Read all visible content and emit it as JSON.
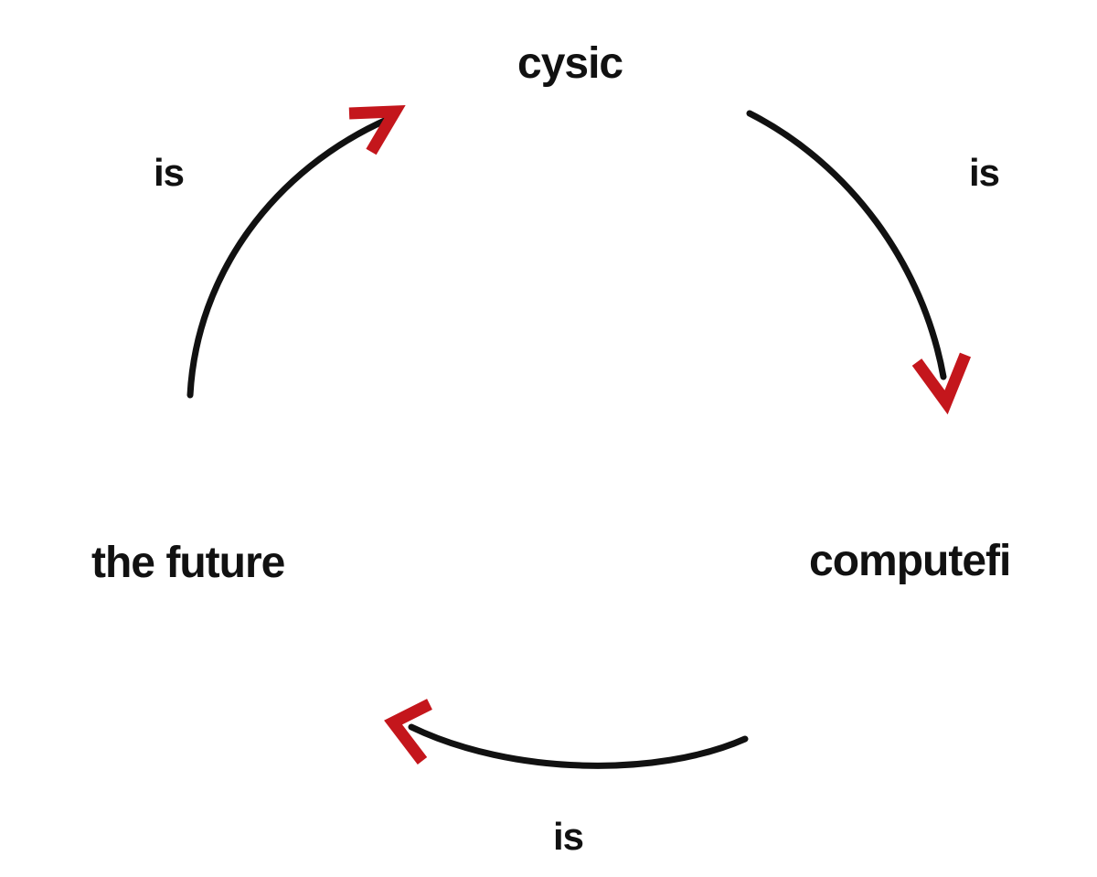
{
  "nodes": {
    "cysic": "cysic",
    "computefi": "computefi",
    "future": "the future"
  },
  "edges": {
    "cysic_to_computefi": "is",
    "computefi_to_future": "is",
    "future_to_cysic": "is"
  },
  "colors": {
    "text": "#111111",
    "arrow_shaft": "#111111",
    "arrow_head": "#c4161c",
    "background": "#ffffff"
  }
}
